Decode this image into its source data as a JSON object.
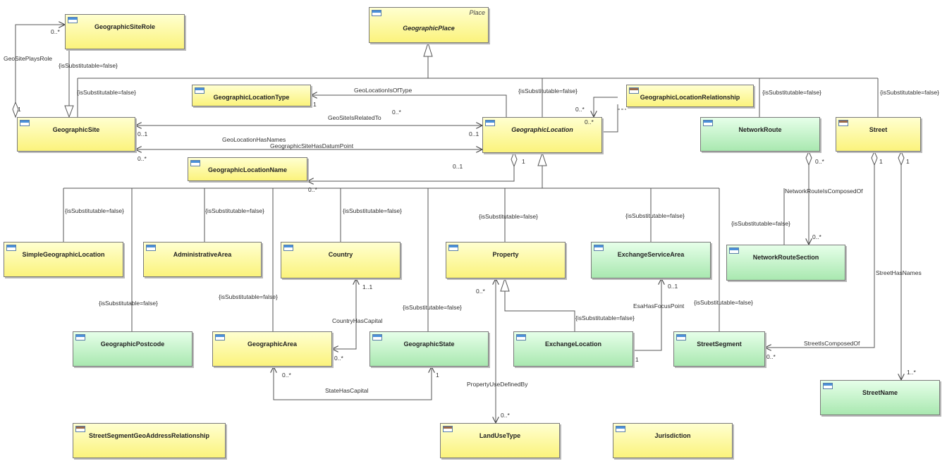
{
  "classes": {
    "geographic_site_role": "GeographicSiteRole",
    "geographic_place": "GeographicPlace",
    "place_stereotype": "Place",
    "geographic_location_type": "GeographicLocationType",
    "geographic_location_relationship": "GeographicLocationRelationship",
    "geographic_site": "GeographicSite",
    "geographic_location": "GeographicLocation",
    "network_route": "NetworkRoute",
    "street": "Street",
    "geographic_location_name": "GeographicLocationName",
    "simple_geographic_location": "SimpleGeographicLocation",
    "administrative_area": "AdministrativeArea",
    "country": "Country",
    "property": "Property",
    "exchange_service_area": "ExchangeServiceArea",
    "network_route_section": "NetworkRouteSection",
    "geographic_postcode": "GeographicPostcode",
    "geographic_area": "GeographicArea",
    "geographic_state": "GeographicState",
    "exchange_location": "ExchangeLocation",
    "street_segment": "StreetSegment",
    "street_name": "StreetName",
    "street_segment_geo_address_relationship": "StreetSegmentGeoAddressRelationship",
    "land_use_type": "LandUseType",
    "jurisdiction": "Jurisdiction"
  },
  "associations": {
    "geo_site_plays_role": "GeoSitePlaysRole",
    "geo_location_is_of_type": "GeoLocationIsOfType",
    "geo_site_is_related_to": "GeoSiteIsRelatedTo",
    "geo_location_has_names": "GeoLocationHasNames",
    "geographic_site_has_datum_point": "GeographicSiteHasDatumPoint",
    "network_route_is_composed_of": "NetworkRouteIsComposedOf",
    "street_has_names": "StreetHasNames",
    "country_has_capital": "CountryHasCapital",
    "esa_has_focus_point": "EsaHasFocusPoint",
    "state_has_capital": "StateHasCapital",
    "property_use_defined_by": "PropertyUseDefinedBy",
    "street_is_composed_of": "StreetIsComposedOf"
  },
  "constraint": "{isSubstitutable=false}",
  "multiplicities": {
    "one": "1",
    "zero_or_one": "0..1",
    "zero_or_many": "0..*",
    "one_or_one": "1..1",
    "one_or_many": "1..*"
  }
}
